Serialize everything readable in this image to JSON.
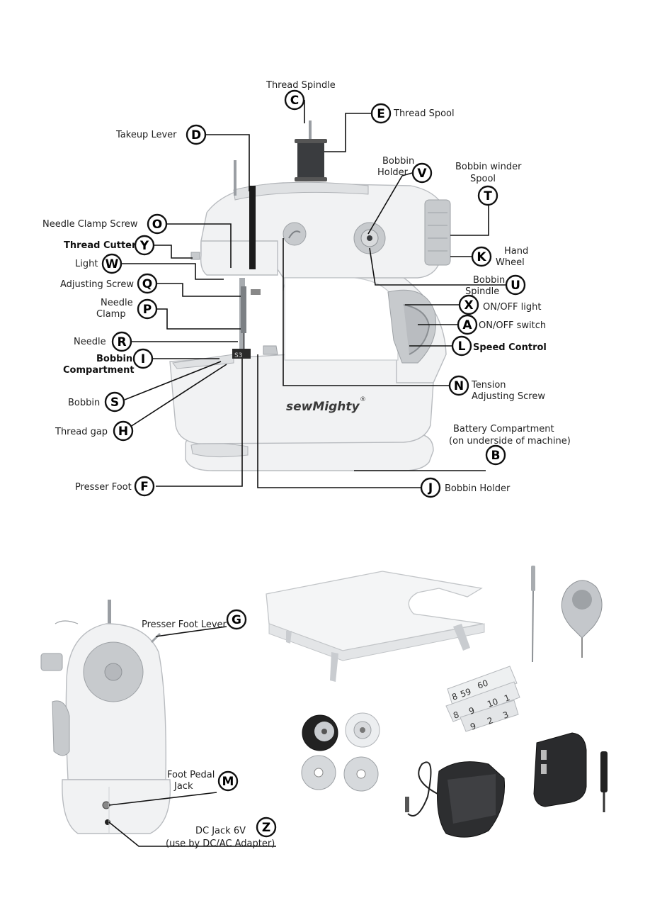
{
  "main_labels": {
    "C": "Thread Spindle",
    "E": "Thread Spool",
    "D": "Takeup Lever",
    "V1": "Bobbin",
    "V2": "Holder",
    "T1": "Bobbin winder",
    "T2": "Spool",
    "O": "Needle Clamp Screw",
    "Y": "Thread Cutter",
    "W": "Light",
    "K1": "Hand",
    "K2": "Wheel",
    "Q": "Adjusting Screw",
    "U1": "Bobbin",
    "U2": "Spindle",
    "P1": "Needle",
    "P2": "Clamp",
    "X": "ON/OFF light",
    "A": "ON/OFF switch",
    "R": "Needle",
    "L": "Speed Control",
    "I1": "Bobbin",
    "I2": "Compartment",
    "N1": "Tension",
    "N2": "Adjusting Screw",
    "S": "Bobbin",
    "H": "Thread gap",
    "B1": "Battery Compartment",
    "B2": "(on underside of machine)",
    "F": "Presser Foot",
    "J": "Bobbin Holder"
  },
  "side_labels": {
    "G": "Presser Foot Lever",
    "M1": "Foot Pedal",
    "M2": "Jack",
    "Z1": "DC Jack 6V",
    "Z2": "(use by DC/AC Adapter)"
  },
  "badges": {
    "C": "C",
    "E": "E",
    "D": "D",
    "V": "V",
    "T": "T",
    "O": "O",
    "Y": "Y",
    "W": "W",
    "K": "K",
    "Q": "Q",
    "U": "U",
    "P": "P",
    "X": "X",
    "A": "A",
    "R": "R",
    "L": "L",
    "I": "I",
    "N": "N",
    "S": "S",
    "H": "H",
    "B": "B",
    "F": "F",
    "J": "J",
    "G": "G",
    "M": "M",
    "Z": "Z"
  },
  "brand": {
    "name": "sewMighty",
    "mark": "®"
  },
  "tape_measure": {
    "numbers_top": [
      "8",
      "59",
      "60"
    ],
    "numbers_mid": [
      "9",
      "10",
      "1"
    ],
    "numbers_bot": [
      "8",
      "9",
      "2",
      "3"
    ]
  }
}
